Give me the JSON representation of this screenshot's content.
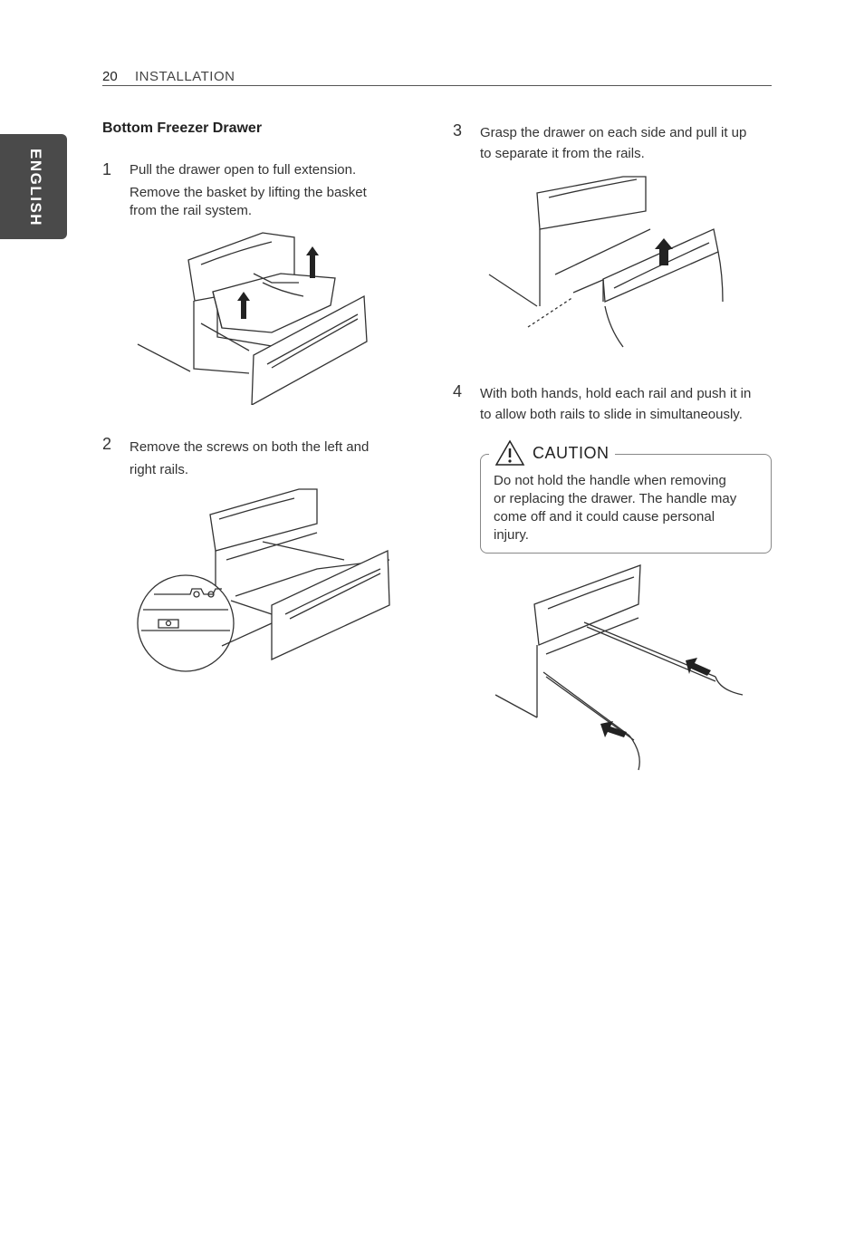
{
  "header": {
    "page_number": "20",
    "section": "INSTALLATION"
  },
  "side_tab": {
    "label": "ENGLISH"
  },
  "section_title": "Bottom Freezer Drawer",
  "steps": [
    {
      "number": "1",
      "lines": [
        "Pull the drawer open to full extension.",
        "Remove the basket  by lifting the basket",
        "from the rail system."
      ]
    },
    {
      "number": "2",
      "lines": [
        "Remove the screws  on both the left and",
        "right rails."
      ]
    },
    {
      "number": "3",
      "lines": [
        "Grasp the drawer on each side and pull it up",
        "to separate it from the rails."
      ]
    },
    {
      "number": "4",
      "lines": [
        "With both hands, hold each rail and push it in",
        "to allow both rails to slide in simultaneously."
      ]
    }
  ],
  "caution": {
    "title": "CAUTION",
    "lines": [
      "Do not hold the handle when removing",
      "or replacing the drawer. The handle may",
      "come off and it could cause personal",
      "injury."
    ]
  }
}
